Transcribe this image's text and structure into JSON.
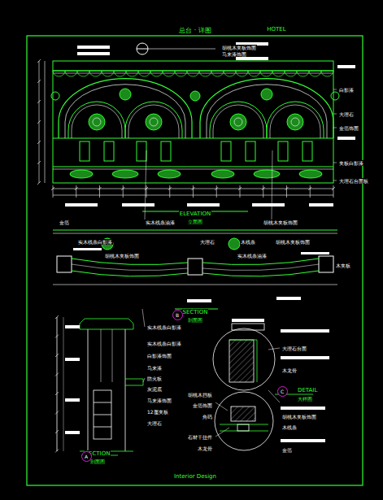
{
  "diagram": {
    "title": "总台 · 详图",
    "nodes": [
      {
        "text": [
          "B"
        ]
      },
      {
        "text": [
          "A"
        ]
      },
      {
        "text": [
          "C"
        ]
      }
    ],
    "labels": [
      "HOTEL",
      "胡桃木夹板饰面",
      "马来漆饰面",
      "白影漆",
      "大理石",
      "金箔饰面",
      "夹板白影漆",
      "大理石台面板",
      "ELEVATION",
      "立面图",
      "金箔",
      "实木线条油漆",
      "胡桃木夹板饰面",
      "实木线条白影漆",
      "大理石",
      "木线条",
      "胡桃木夹板饰面",
      "胡桃木夹板饰面",
      "实木线条油漆",
      "木夹板",
      "SECTION",
      "剖面图",
      "实木线条白影漆",
      "实木线条白影漆",
      "白影漆饰面",
      "马来漆",
      "防火板",
      "灰泥底",
      "马来漆饰面",
      "12厘夹板",
      "大理石",
      "SECTION",
      "剖面图",
      "大理石台面",
      "木龙骨",
      "DETAIL",
      "大样图",
      "胡桃木夹板饰面",
      "木线条",
      "金箔",
      "胡桃木挡板",
      "金箔饰面",
      "角码",
      "石材干挂件",
      "木龙骨",
      "Interior Design"
    ]
  }
}
